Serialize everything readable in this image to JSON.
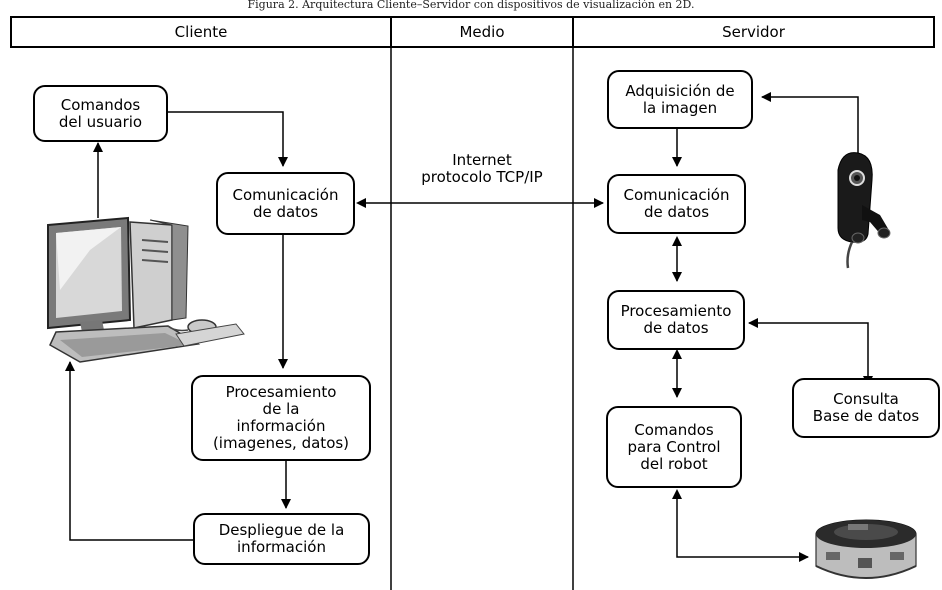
{
  "caption": "Figura 2. Arquitectura Cliente–Servidor con dispositivos de visualización en 2D.",
  "lanes": {
    "client": "Cliente",
    "medium": "Medio",
    "server": "Servidor"
  },
  "client_nodes": {
    "user_commands": "Comandos\ndel usuario",
    "data_comm": "Comunicación\nde datos",
    "info_processing": "Procesamiento\nde la\ninformación\n(imagenes, datos)",
    "info_display": "Despliegue de la\ninformación"
  },
  "medium_label": "Internet\nprotocolo TCP/IP",
  "server_nodes": {
    "image_acquisition": "Adquisición de\nla imagen",
    "data_comm": "Comunicación\nde datos",
    "data_processing": "Procesamiento\nde datos",
    "robot_commands": "Comandos\npara Control\ndel robot",
    "db_query": "Consulta\nBase de datos"
  },
  "icons": [
    "desktop-computer-icon",
    "webcam-icon",
    "mobile-robot-icon"
  ]
}
